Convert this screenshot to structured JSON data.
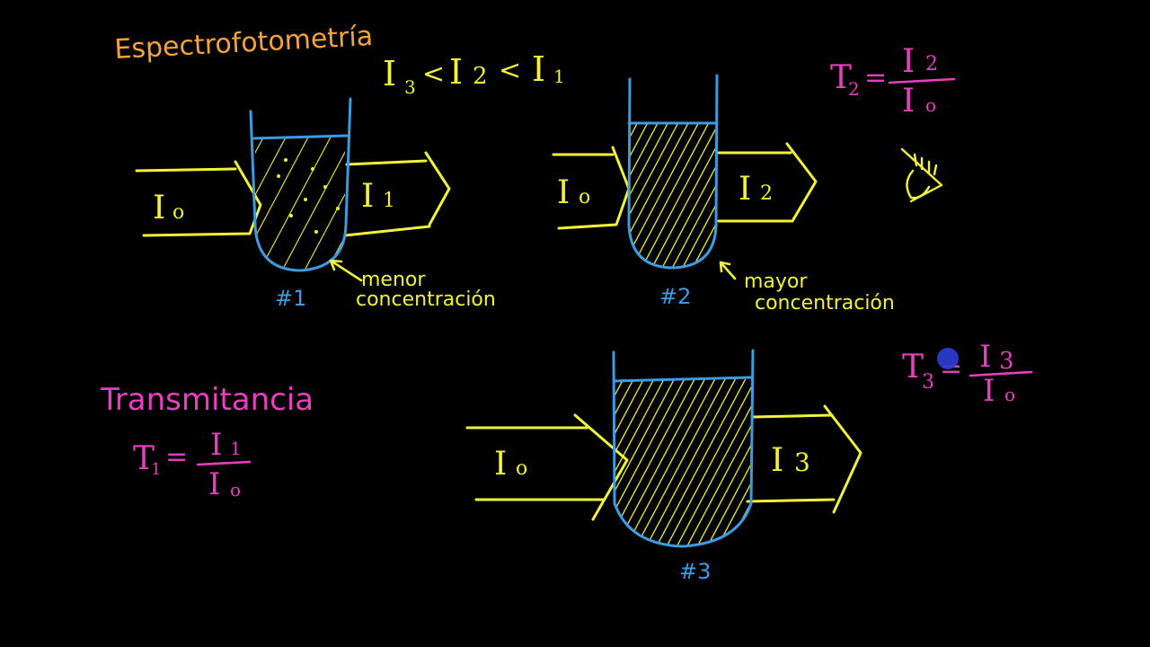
{
  "colors": {
    "background": "#000000",
    "yellow": "#f2f23a",
    "blue": "#3d9be0",
    "magenta": "#e83fc0",
    "orange": "#f5a33a",
    "cursor": "#2b3fd6"
  },
  "title": "Espectrofotometría",
  "inequality": {
    "i3": "I",
    "sub3": "3",
    "lt1": "<",
    "i2": "I",
    "sub2": "2",
    "lt2": "<",
    "i1": "I",
    "sub1": "1"
  },
  "cuvettes": [
    {
      "label": "#1",
      "input": "I",
      "input_sub": "o",
      "output": "I",
      "output_sub": "1",
      "note_line1": "menor",
      "note_line2": "concentración"
    },
    {
      "label": "#2",
      "input": "I",
      "input_sub": "o",
      "output": "I",
      "output_sub": "2",
      "note_line1": "mayor",
      "note_line2": "concentración"
    },
    {
      "label": "#3",
      "input": "I",
      "input_sub": "o",
      "output": "I",
      "output_sub": "3"
    }
  ],
  "transmittance_heading": "Transmitancia",
  "formulas": {
    "t1": {
      "lhs": "T",
      "lhs_sub": "1",
      "eq": "=",
      "num": "I",
      "num_sub": "1",
      "den": "I",
      "den_sub": "o"
    },
    "t2": {
      "lhs": "T",
      "lhs_sub": "2",
      "eq": "=",
      "num": "I",
      "num_sub": "2",
      "den": "I",
      "den_sub": "o"
    },
    "t3": {
      "lhs": "T",
      "lhs_sub": "3",
      "eq": "=",
      "num": "I",
      "num_sub": "3",
      "den": "I",
      "den_sub": "o"
    }
  },
  "icons": {
    "eye": "eye-icon",
    "cursor": "pen-cursor-icon"
  }
}
